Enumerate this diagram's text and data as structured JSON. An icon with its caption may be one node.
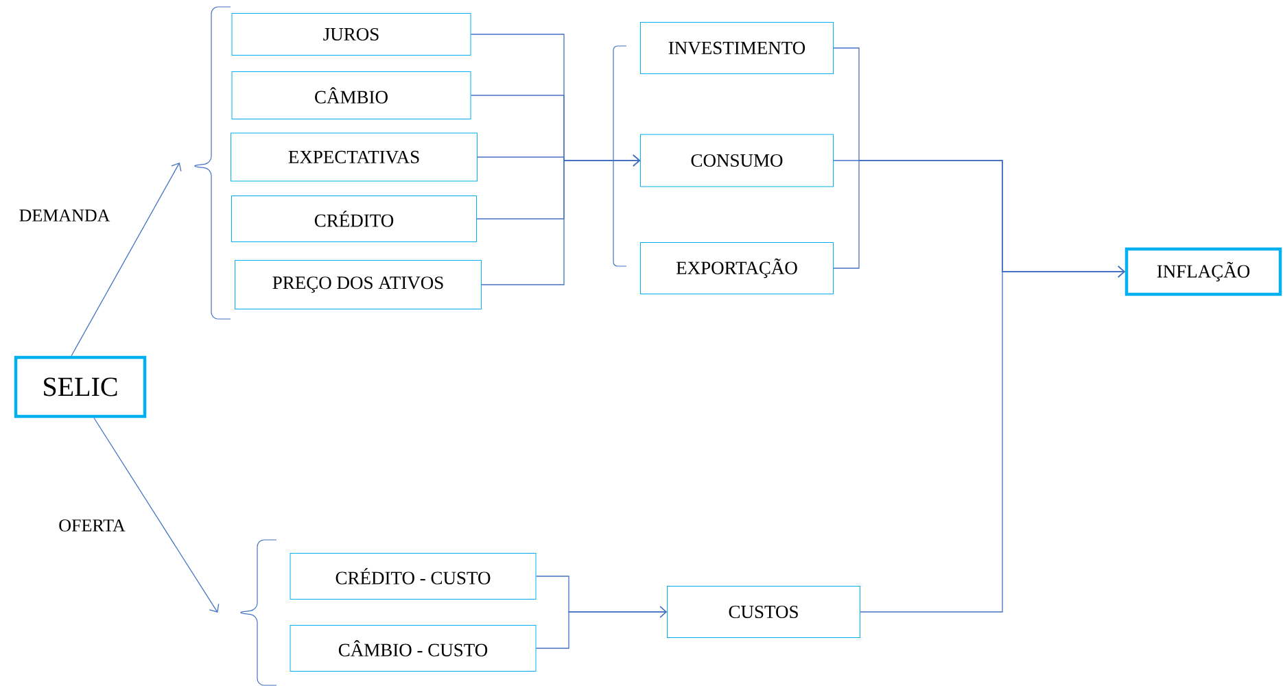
{
  "diagram": {
    "nodes": [
      {
        "text": [
          "SELIC"
        ]
      },
      {
        "text": [
          "JUROS"
        ]
      },
      {
        "text": [
          "CÂMBIO"
        ]
      },
      {
        "text": [
          "EXPECTATIVAS"
        ]
      },
      {
        "text": [
          "CRÉDITO"
        ]
      },
      {
        "text": [
          "PREÇO DOS ATIVOS"
        ]
      },
      {
        "text": [
          "INVESTIMENTO"
        ]
      },
      {
        "text": [
          "CONSUMO"
        ]
      },
      {
        "text": [
          "EXPORTAÇÃO"
        ]
      },
      {
        "text": [
          "INFLAÇÃO"
        ]
      },
      {
        "text": [
          "CRÉDITO - CUSTO"
        ]
      },
      {
        "text": [
          "CÂMBIO - CUSTO"
        ]
      },
      {
        "text": [
          "CUSTOS"
        ]
      },
      {
        "text": [],
        "shape": "brace"
      },
      {
        "text": [],
        "shape": "brace"
      }
    ],
    "edges": [
      {
        "from": 0,
        "to": 13,
        "arrow": "to"
      },
      {
        "from": 0,
        "to": 14,
        "arrow": "to"
      },
      {
        "from": 1,
        "to": 7,
        "arrow": "to"
      },
      {
        "from": 2,
        "to": 7,
        "arrow": "to"
      },
      {
        "from": 3,
        "to": 7,
        "arrow": "to"
      },
      {
        "from": 4,
        "to": 7,
        "arrow": "to"
      },
      {
        "from": 5,
        "to": 7,
        "arrow": "to"
      },
      {
        "from": 6,
        "to": 9,
        "arrow": "to"
      },
      {
        "from": 7,
        "to": 9,
        "arrow": "to"
      },
      {
        "from": 8,
        "to": 9,
        "arrow": "to"
      },
      {
        "from": 10,
        "to": 12,
        "arrow": "to"
      },
      {
        "from": 11,
        "to": 12,
        "arrow": "to"
      },
      {
        "from": 12,
        "to": 9,
        "arrow": "to"
      }
    ],
    "labels": [
      "DEMANDA",
      "OFERTA"
    ]
  }
}
